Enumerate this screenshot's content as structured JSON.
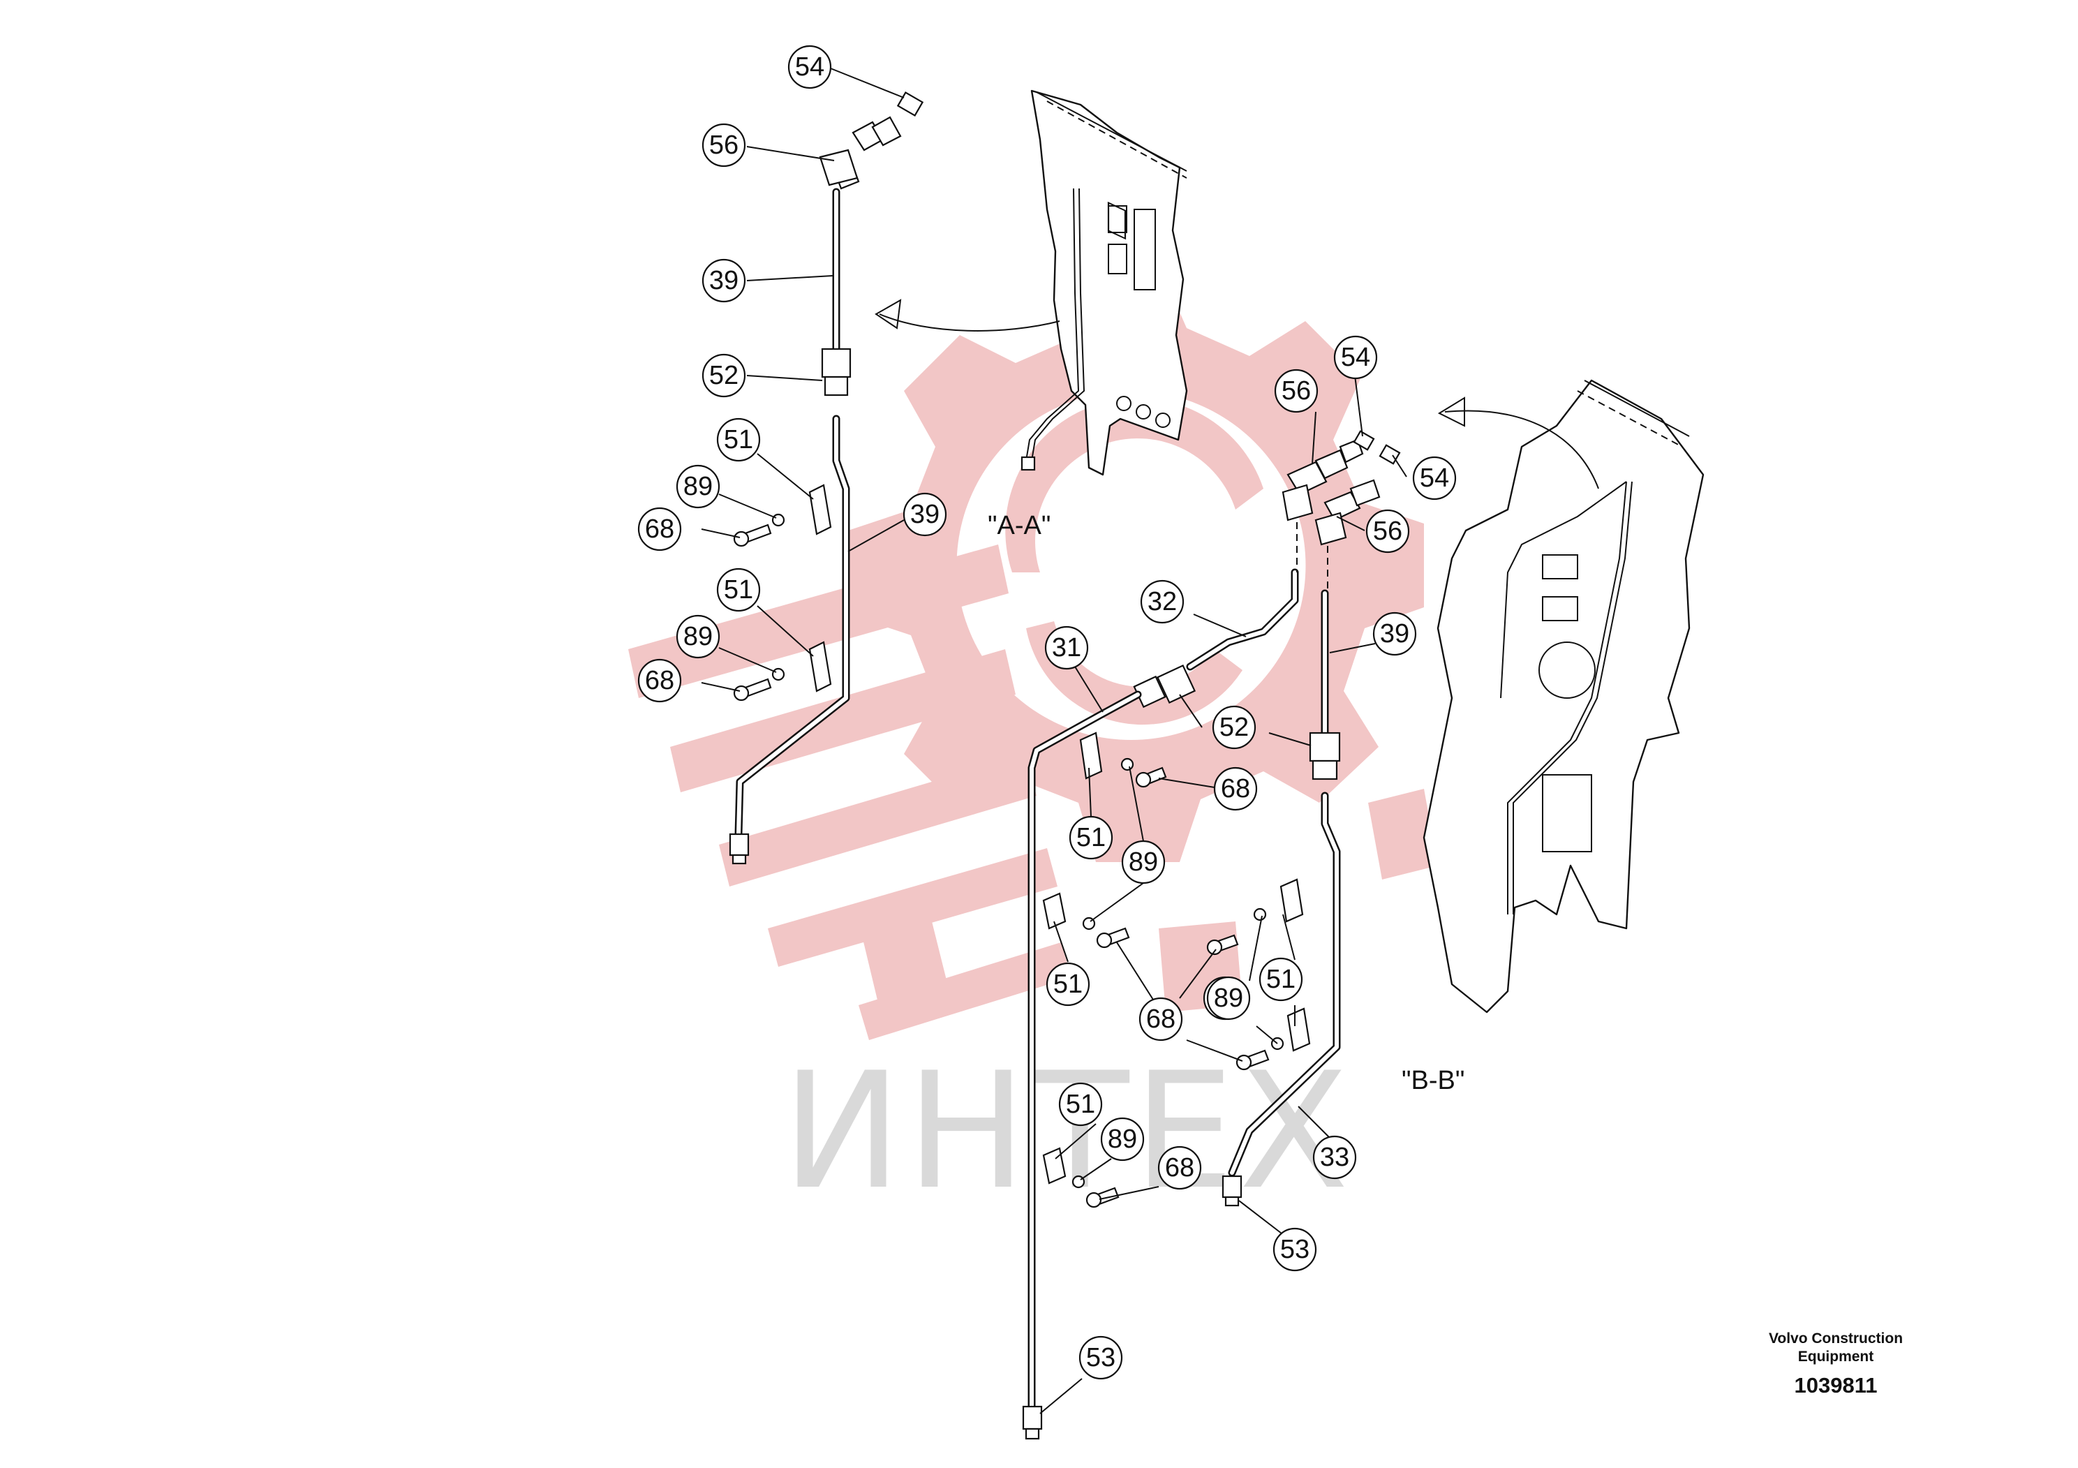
{
  "watermark": {
    "text": "ИНТЕХ",
    "color": "#d9d9d9",
    "mark_color": "#f2c6c6"
  },
  "views": {
    "a": "\"A-A\"",
    "b": "\"B-B\""
  },
  "title_block": {
    "company": "Volvo Construction\nEquipment",
    "drawing_number": "1039811"
  },
  "callouts": [
    "54",
    "56",
    "39",
    "52",
    "51",
    "89",
    "68",
    "39",
    "51",
    "89",
    "68",
    "54",
    "56",
    "54",
    "56",
    "32",
    "31",
    "39",
    "52",
    "68",
    "51",
    "89",
    "89",
    "51",
    "68",
    "89",
    "51",
    "51",
    "89",
    "68",
    "33",
    "53",
    "53"
  ]
}
